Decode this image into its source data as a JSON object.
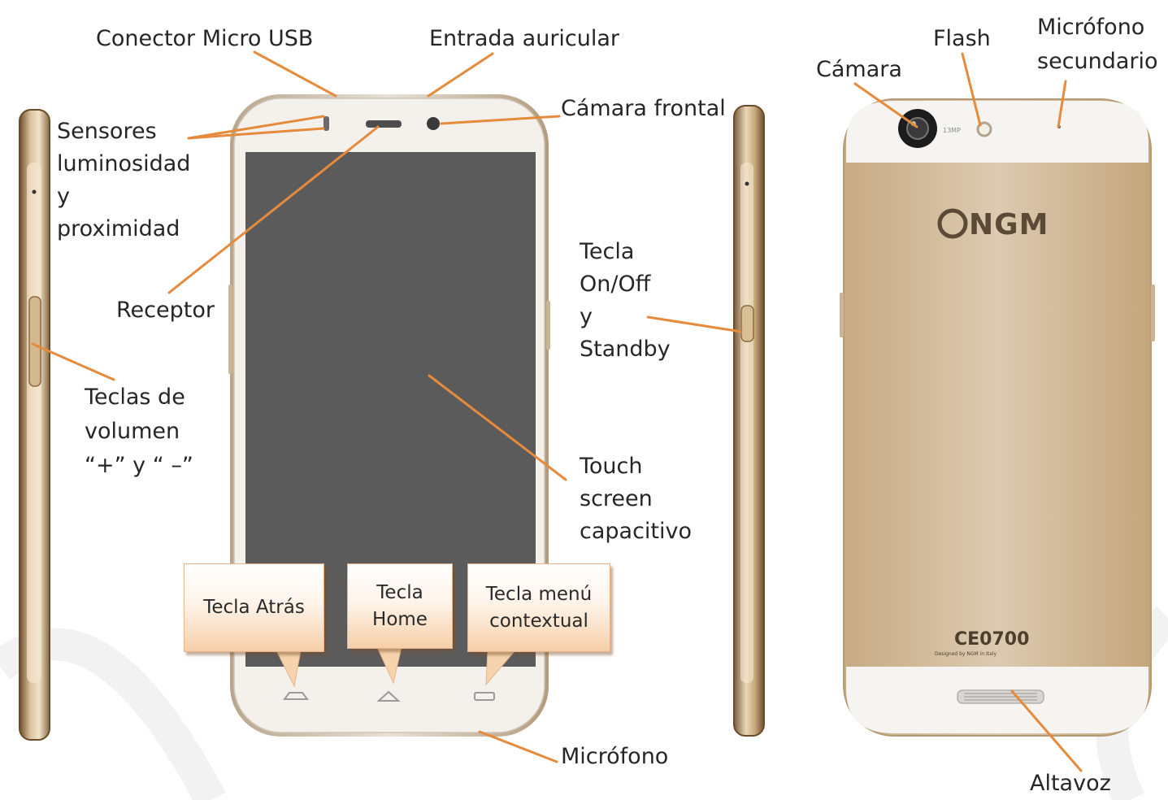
{
  "labels": {
    "micro_usb": "Conector Micro USB",
    "headphone": "Entrada auricular",
    "sensors": [
      "Sensores",
      "luminosidad",
      "y",
      "proximidad"
    ],
    "front_camera": "Cámara frontal",
    "receiver": "Receptor",
    "power_key": [
      "Tecla",
      "On/Off",
      "y",
      "Standby"
    ],
    "volume_keys": [
      "Teclas de",
      "volumen",
      "“+”  y “ –”"
    ],
    "touchscreen": [
      "Touch",
      "screen",
      "capacitivo"
    ],
    "microphone": "Micrófono",
    "back_camera": "Cámara",
    "flash": "Flash",
    "secondary_mic": [
      "Micrófono",
      "secundario"
    ],
    "speaker": "Altavoz"
  },
  "bubbles": {
    "back": [
      "Tecla Atrás"
    ],
    "home": [
      "Tecla",
      "Home"
    ],
    "menu": [
      "Tecla menú",
      "contextual"
    ]
  },
  "logos": {
    "brand": "NGM",
    "camera_spec": "13MP",
    "ce_mark": "CE0700",
    "designed_by": "Designed by NGM in Italy"
  },
  "colors": {
    "gold": "#c9ad86",
    "gold_dark": "#8d6a42",
    "leader": "#e68a3c",
    "screen": "#5b5b5b",
    "bezel": "#f4f1ec"
  }
}
